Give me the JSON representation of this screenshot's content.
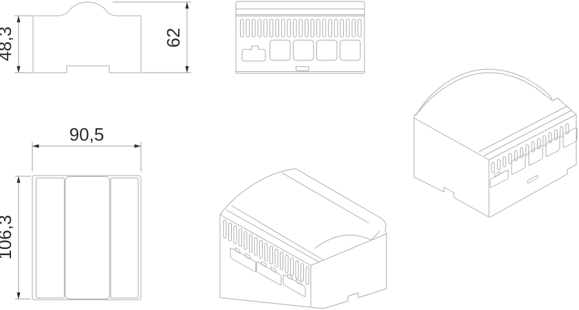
{
  "drawing": {
    "colors": {
      "background": "#ffffff",
      "object_line": "#ababab",
      "dimension_line": "#9c9c9c",
      "text": "#2b2b2b"
    },
    "dimensions": {
      "body_height": "48,3",
      "total_height": "62",
      "width": "90,5",
      "depth": "106,3"
    },
    "vents": {
      "rear_view_slots": 21,
      "iso_front_left_slots": 17,
      "iso_rear_right_slots": 14
    }
  }
}
